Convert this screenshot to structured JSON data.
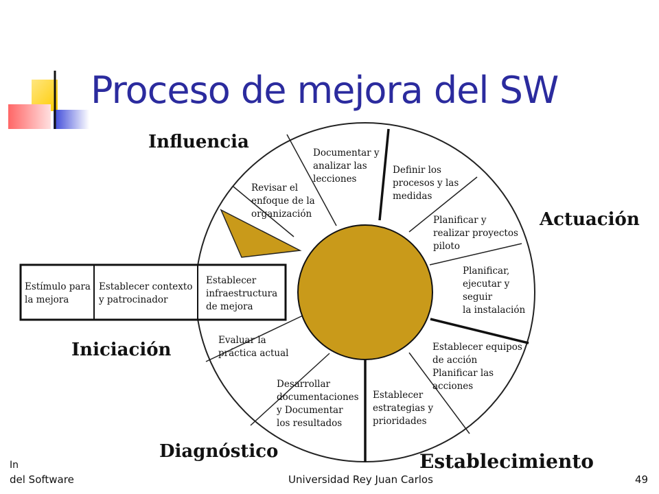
{
  "slide": {
    "title": "Proceso de mejora del SW"
  },
  "diagram": {
    "phases": {
      "influence": "Influencia",
      "actuation": "Actuación",
      "initiation": "Iniciación",
      "diagnostic": "Diagnóstico",
      "establishment": "Establecimiento"
    },
    "initiation_steps": [
      [
        "Estímulo para",
        "la mejora"
      ],
      [
        "Establecer contexto",
        "y patrocinador"
      ],
      [
        "Establecer",
        "infraestructura",
        "de mejora"
      ]
    ],
    "segments": {
      "documentar": [
        "Documentar y",
        "analizar las",
        "lecciones"
      ],
      "definir": [
        "Definir los",
        "procesos y las",
        "medidas"
      ],
      "planificar_piloto": [
        "Planificar y",
        "realizar proyectos",
        "piloto"
      ],
      "planificar_instalacion": [
        "Planificar,",
        "ejecutar y",
        "seguir",
        "la instalación"
      ],
      "equipos": [
        "Establecer equipos",
        "de acción",
        "Planificar las",
        "acciones"
      ],
      "estrategias": [
        "Establecer",
        "estrategias y",
        "prioridades"
      ],
      "desarrollar": [
        "Desarrollar",
        "documentaciones",
        "y Documentar",
        "los resultados"
      ],
      "evaluar": [
        "Evaluar la",
        "práctica actual"
      ],
      "revisar": [
        "Revisar el",
        "enfoque de la",
        "organización"
      ]
    },
    "colors": {
      "hub": "#c99a1a",
      "title": "#2b2b9e"
    }
  },
  "footer": {
    "left_top": "In",
    "left_bottom": "del Software",
    "center": "Universidad Rey Juan Carlos",
    "page_number": "49"
  }
}
